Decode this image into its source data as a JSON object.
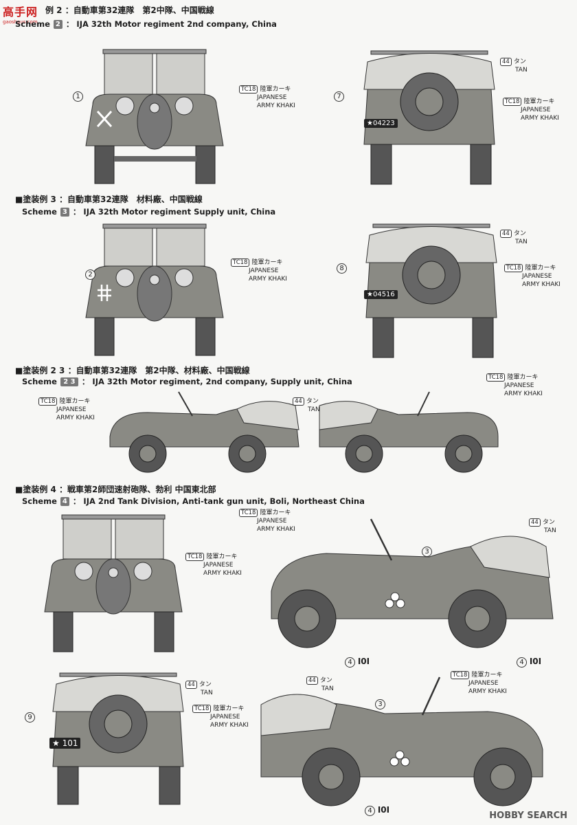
{
  "watermark": {
    "site_name": "高手网",
    "site_url": "gaoshous.com",
    "brand": "HOBBY SEARCH"
  },
  "colors": {
    "khaki": "#8a8a84",
    "tan": "#d8d8d4",
    "ink": "#1d1d1d",
    "watermark": "#cc2222"
  },
  "schemes": [
    {
      "jp": "例 2 ：自動車第32連隊　第2中隊、中国戦線",
      "en_label": "Scheme",
      "en_num": "2",
      "en": "： IJA 32th Motor regiment 2nd company, China"
    },
    {
      "jp": "■塗装例 3 ：自動車第32連隊　材料廠、中国戦線",
      "en_label": "Scheme",
      "en_num": "3",
      "en": "： IJA 32th Motor regiment Supply unit, China"
    },
    {
      "jp": "■塗装例 2 3 ：自動車第32連隊　第2中隊、材料廠、中国戦線",
      "en_label": "Scheme",
      "en_num": "2 3",
      "en": "： IJA 32th Motor regiment,  2nd company, Supply unit, China"
    },
    {
      "jp": "■塗装例 4 ：戦車第2師団速射砲隊、勃利 中国東北部",
      "en_label": "Scheme",
      "en_num": "4",
      "en": "： IJA 2nd Tank Division, Anti-tank gun unit, Boli, Northeast China"
    }
  ],
  "paint": {
    "khaki": {
      "code": "TC18",
      "jp": "陸軍カーキ",
      "en1": "JAPANESE",
      "en2": "ARMY KHAKI"
    },
    "tan": {
      "code": "44",
      "jp": "タン",
      "en": "TAN"
    }
  },
  "callouts": {
    "c1": "1",
    "c2": "2",
    "c3": "3",
    "c4": "4",
    "c7": "7",
    "c8": "8",
    "c9": "9"
  },
  "plates": {
    "p1": "★04223",
    "p2": "★04516",
    "p3": "★ 101"
  },
  "markings": {
    "ioi": "I0I"
  }
}
